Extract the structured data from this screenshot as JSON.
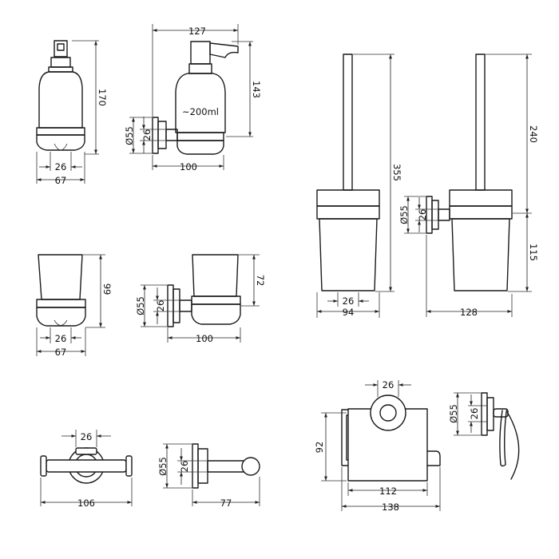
{
  "drawing": {
    "colors": {
      "line": "#1a1a1a",
      "background": "#ffffff"
    },
    "soap_dispenser": {
      "front": {
        "height": "170",
        "base": "67",
        "knob": "26"
      },
      "side": {
        "depth": "127",
        "above_mount": "143",
        "width": "100",
        "volume": "~200ml",
        "plate": "Ø55",
        "mount": "26"
      }
    },
    "tumbler": {
      "front": {
        "height": "99",
        "base": "67",
        "knob": "26"
      },
      "side": {
        "height": "72",
        "width": "100",
        "plate": "Ø55",
        "mount": "26"
      }
    },
    "toilet_brush": {
      "front": {
        "height": "355",
        "base": "94",
        "knob": "26"
      },
      "side": {
        "handle": "240",
        "cup": "115",
        "width": "128",
        "plate": "Ø55",
        "mount": "26"
      }
    },
    "robe_hook": {
      "front": {
        "width": "106",
        "knob": "26"
      },
      "side": {
        "depth": "77",
        "plate": "Ø55",
        "mount": "26"
      }
    },
    "paper_holder": {
      "front": {
        "height": "92",
        "lid": "112",
        "width": "138",
        "knob": "26"
      },
      "side": {
        "plate": "Ø55",
        "mount": "26"
      }
    }
  }
}
